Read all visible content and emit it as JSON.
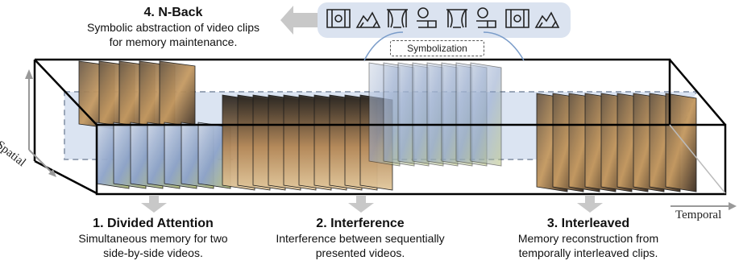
{
  "sections": {
    "nback": {
      "title": "4. N-Back",
      "description_lines": [
        "Symbolic abstraction of video clips",
        "for memory maintenance."
      ]
    },
    "divided": {
      "title": "1. Divided Attention",
      "description_lines": [
        "Simultaneous memory for two",
        "side-by-side videos."
      ]
    },
    "interference": {
      "title": "2. Interference",
      "description_lines": [
        "Interference between sequentially",
        "presented videos."
      ]
    },
    "interleaved": {
      "title": "3. Interleaved",
      "description_lines": [
        "Memory reconstruction from",
        "temporally interleaved clips."
      ]
    }
  },
  "symbolization_label": "Symbolization",
  "axes": {
    "spatial": "Spatial",
    "temporal": "Temporal"
  },
  "symbol_icons": [
    "film-frame-icon",
    "landscape-icon",
    "curtain-icon",
    "figure-cup-icon",
    "curtain-icon",
    "figure-cup-icon",
    "film-frame-icon",
    "landscape-icon"
  ],
  "colors": {
    "box_edge": "#000000",
    "dashed_plane": "#9aa6b8",
    "plane_fill": "#dbe4f2",
    "arrow": "#c8c8c8",
    "symbol_bar": "#dbe3f0"
  }
}
